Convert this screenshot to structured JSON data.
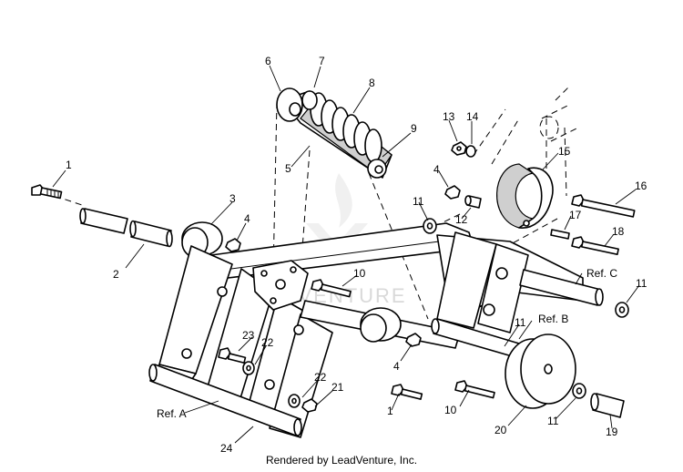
{
  "watermark": "LEADVENTURE",
  "footer": "Rendered by LeadVenture, Inc.",
  "callouts": {
    "c1a": "1",
    "c1b": "1",
    "c2": "2",
    "c3": "3",
    "c4a": "4",
    "c4b": "4",
    "c4c": "4",
    "c5": "5",
    "c6": "6",
    "c7": "7",
    "c8": "8",
    "c9": "9",
    "c10a": "10",
    "c10b": "10",
    "c11a": "11",
    "c11b": "11",
    "c11c": "11",
    "c11d": "11",
    "c12": "12",
    "c13": "13",
    "c14": "14",
    "c15": "15",
    "c16": "16",
    "c17": "17",
    "c18": "18",
    "c19": "19",
    "c20": "20",
    "c21": "21",
    "c22a": "22",
    "c22b": "22",
    "c23": "23",
    "c24": "24",
    "refA": "Ref. A",
    "refB": "Ref. B",
    "refC": "Ref. C"
  }
}
